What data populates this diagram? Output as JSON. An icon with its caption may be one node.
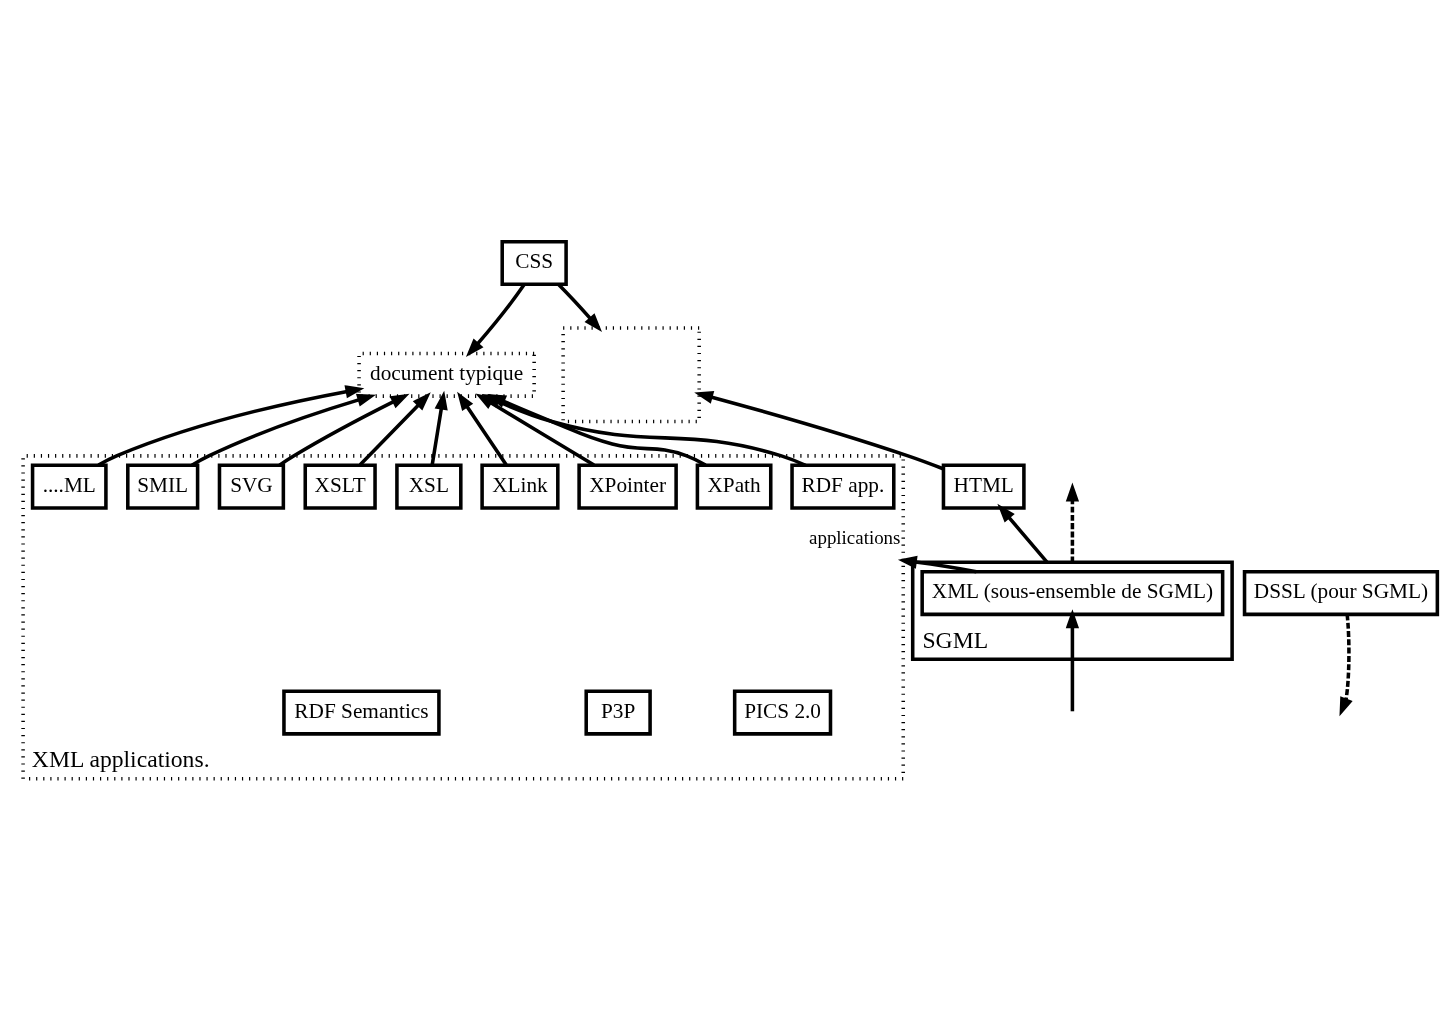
{
  "diagram": {
    "nodes": [
      {
        "text": [
          "CSS"
        ]
      },
      {
        "text": [
          "DSSL (pour SGML)"
        ]
      },
      {
        "text": [],
        "shape": "box"
      },
      {
        "text": [
          "document typique"
        ]
      },
      {
        "text": [
          "HTML"
        ]
      },
      {
        "text": [
          "XML applications."
        ]
      },
      {
        "text": [
          "....ML"
        ],
        "in": 5
      },
      {
        "text": [
          "SMIL"
        ],
        "in": 5
      },
      {
        "text": [
          "SVG"
        ],
        "in": 5
      },
      {
        "text": [
          "XSLT"
        ],
        "in": 5
      },
      {
        "text": [
          "XSL"
        ],
        "in": 5
      },
      {
        "text": [
          "XLink"
        ],
        "in": 5
      },
      {
        "text": [
          "XPointer"
        ],
        "in": 5
      },
      {
        "text": [
          "XPath"
        ],
        "in": 5
      },
      {
        "text": [
          "RDF app."
        ],
        "in": 5
      },
      {
        "text": [
          "PICS 2.0"
        ],
        "in": 5
      },
      {
        "text": [
          "P3P"
        ],
        "in": 5
      },
      {
        "text": [
          "RDF Semantics"
        ],
        "in": 5
      },
      {
        "text": [
          "SGML"
        ]
      },
      {
        "text": [
          "XML (sous-ensemble de SGML)"
        ],
        "in": 18
      }
    ],
    "edges": [
      {
        "from": 0,
        "to": 2,
        "arrow": "to"
      },
      {
        "from": 0,
        "to": 3,
        "arrow": "to"
      },
      {
        "from": 4,
        "to": 2,
        "arrow": "to"
      },
      {
        "from": 18,
        "to": 4,
        "arrow": "to"
      },
      {
        "from": 1,
        "to": null,
        "arrow": "to",
        "style": "dashed"
      },
      {
        "from": 18,
        "to": null,
        "arrow": "to",
        "style": "dashed"
      },
      {
        "from": 6,
        "to": 3,
        "arrow": "to"
      },
      {
        "from": 7,
        "to": 3,
        "arrow": "to"
      },
      {
        "from": 8,
        "to": 3,
        "arrow": "to"
      },
      {
        "from": 9,
        "to": 3,
        "arrow": "to"
      },
      {
        "from": 10,
        "to": 3,
        "arrow": "to"
      },
      {
        "from": 11,
        "to": 3,
        "arrow": "to"
      },
      {
        "from": 12,
        "to": 3,
        "arrow": "to"
      },
      {
        "from": 13,
        "to": 3,
        "arrow": "to"
      },
      {
        "from": 14,
        "to": 3,
        "arrow": "to"
      },
      {
        "from": 19,
        "to": 5,
        "label": "applications",
        "arrow": "to"
      },
      {
        "from": null,
        "to": 19,
        "arrow": "to"
      }
    ]
  }
}
